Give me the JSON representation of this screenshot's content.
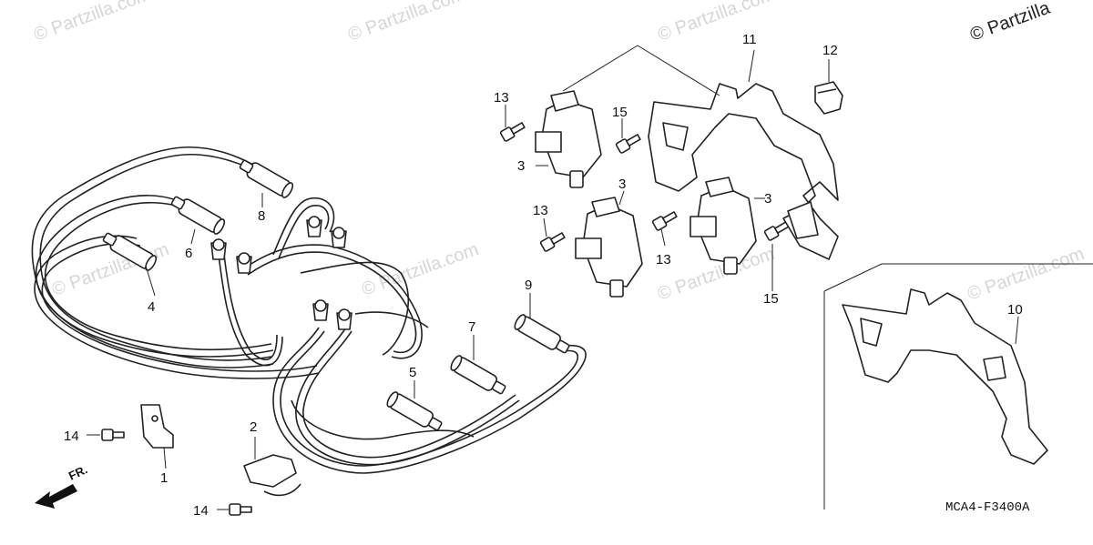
{
  "copyright": "© Partzilla",
  "watermark": "© Partzilla.com",
  "diagram_code": "MCA4-F3400A",
  "front_indicator": "FR.",
  "callouts": {
    "p1": "1",
    "p2": "2",
    "p3a": "3",
    "p3b": "3",
    "p3c": "3",
    "p4": "4",
    "p5": "5",
    "p6": "6",
    "p7": "7",
    "p8": "8",
    "p9": "9",
    "p10": "10",
    "p11": "11",
    "p12": "12",
    "p13a": "13",
    "p13b": "13",
    "p13c": "13",
    "p14a": "14",
    "p14b": "14",
    "p15a": "15",
    "p15b": "15"
  }
}
